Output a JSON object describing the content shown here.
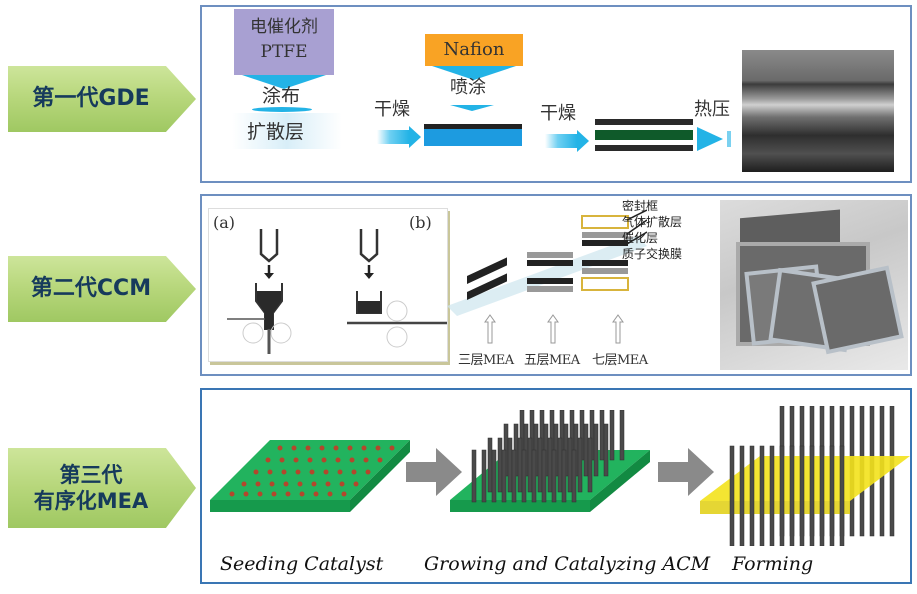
{
  "generations": [
    {
      "label": "第一代GDE",
      "steps": {
        "catalyst_box": [
          "电催化剂",
          "PTFE"
        ],
        "coating": "涂布",
        "diffusion_layer": "扩散层",
        "dry_1": "干燥",
        "nafion_box": "Nafion",
        "spray": "喷涂",
        "dry_2": "干燥",
        "hot_press": "热压"
      },
      "image": "sem-cross-section-micrograph"
    },
    {
      "label": "第二代CCM",
      "subfigure_labels": [
        "(a)",
        "(b)"
      ],
      "layer_legend": [
        "密封框",
        "气体扩散层",
        "催化层",
        "质子交换膜"
      ],
      "mea_types": [
        "三层MEA",
        "五层MEA",
        "七层MEA"
      ],
      "image": "mea-components-photo"
    },
    {
      "label_lines": [
        "第三代",
        "有序化MEA"
      ],
      "captions": [
        "Seeding Catalyst",
        "Growing and Catalyzing ACM",
        "Forming"
      ]
    }
  ],
  "colors": {
    "label_green": "#b6d67a",
    "label_text": "#163a5c",
    "panel_border": "#6d8fc0",
    "flow_blue": "#23b3e6",
    "ptfe_purple": "#a8a0d2",
    "nafion_orange": "#f9a324",
    "substrate_green": "#1fae5a",
    "catalyst_red": "#b4472c",
    "membrane_yellow": "#f3e21c",
    "nanorod_gray": "#4a4a4a",
    "arrow_gray": "#8a8a8a"
  }
}
